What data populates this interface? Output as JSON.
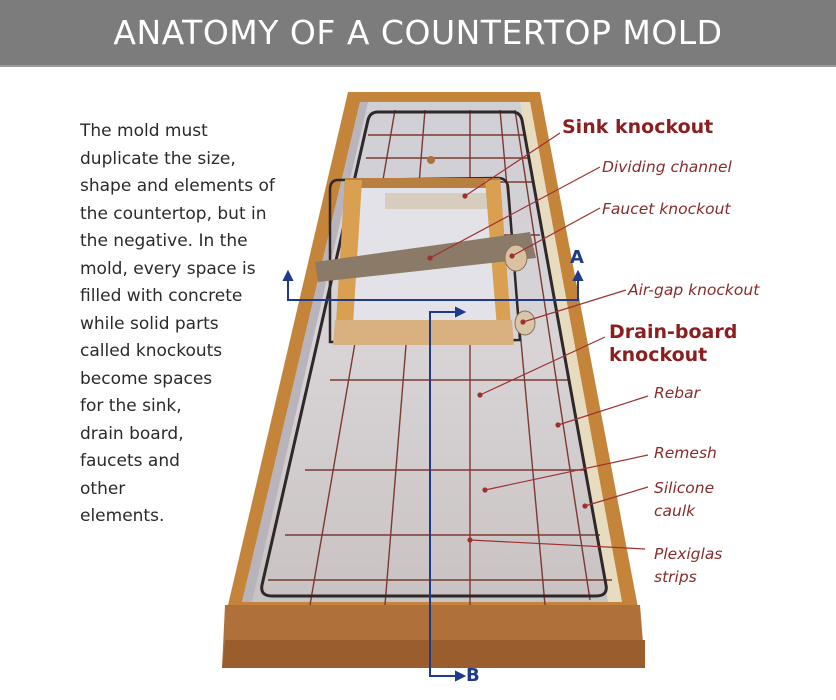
{
  "header": {
    "title": "ANATOMY OF A COUNTERTOP MOLD",
    "background_color": "#7c7c7c"
  },
  "description": {
    "lines": [
      "The mold must",
      "duplicate the size,",
      "shape and elements of",
      "the countertop, but in",
      "the negative. In the",
      "mold, every space is",
      "filled with concrete",
      "while solid parts",
      "called knockouts",
      "become spaces",
      "for the sink,",
      "drain board,",
      "faucets and",
      "other",
      "elements."
    ]
  },
  "labels": {
    "sink_knockout": "Sink knockout",
    "dividing_channel": "Dividing channel",
    "faucet_knockout": "Faucet knockout",
    "air_gap_knockout": "Air-gap knockout",
    "drain_board_knockout_1": "Drain-board",
    "drain_board_knockout_2": "knockout",
    "rebar": "Rebar",
    "remesh": "Remesh",
    "silicone_caulk_1": "Silicone",
    "silicone_caulk_2": "caulk",
    "plexiglas_strips_1": "Plexiglas",
    "plexiglas_strips_2": "strips"
  },
  "section_markers": {
    "a": "A",
    "b": "B"
  },
  "colors": {
    "label_red": "#8b2a2a",
    "section_blue": "#1f3a8c",
    "wood": "#c98a3c",
    "rebar": "#3a3030"
  }
}
